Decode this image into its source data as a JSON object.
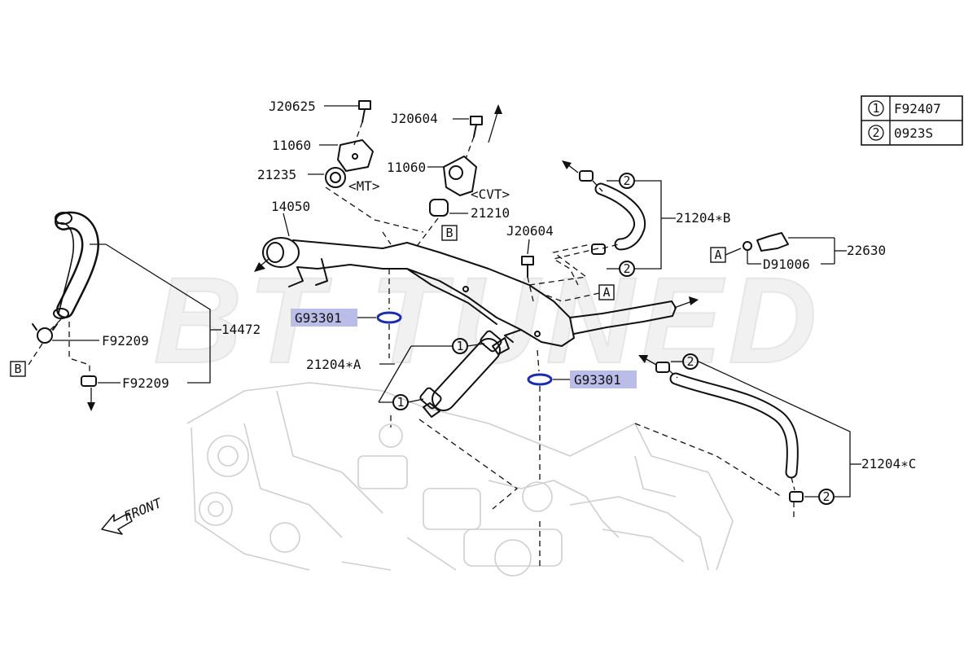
{
  "watermark": {
    "text": "BT TUNED",
    "color": "#efefef"
  },
  "legend": {
    "rows": [
      {
        "symbol": "1",
        "code": "F92407"
      },
      {
        "symbol": "2",
        "code": "0923S"
      }
    ]
  },
  "labels": {
    "j20625": "J20625",
    "j20604_top": "J20604",
    "n11060_left": "11060",
    "n11060_right": "11060",
    "n21235": "21235",
    "mt": "<MT>",
    "cvt": "<CVT>",
    "n14050": "14050",
    "n21210": "21210",
    "j20604_mid": "J20604",
    "n21204b": "21204∗B",
    "n22630": "22630",
    "d91006": "D91006",
    "g93301_left": "G93301",
    "g93301_right": "G93301",
    "n14472": "14472",
    "f92209_a": "F92209",
    "f92209_b": "F92209",
    "n21204a": "21204∗A",
    "n21204c": "21204∗C",
    "front": "FRONT"
  },
  "callouts": {
    "circled_1": "1",
    "circled_2": "2",
    "box_a": "A",
    "box_b": "B"
  },
  "colors": {
    "highlight": "#b9bde8",
    "oring": "#1a2bb0",
    "line": "#111111",
    "engine": "#cfcfcf"
  }
}
